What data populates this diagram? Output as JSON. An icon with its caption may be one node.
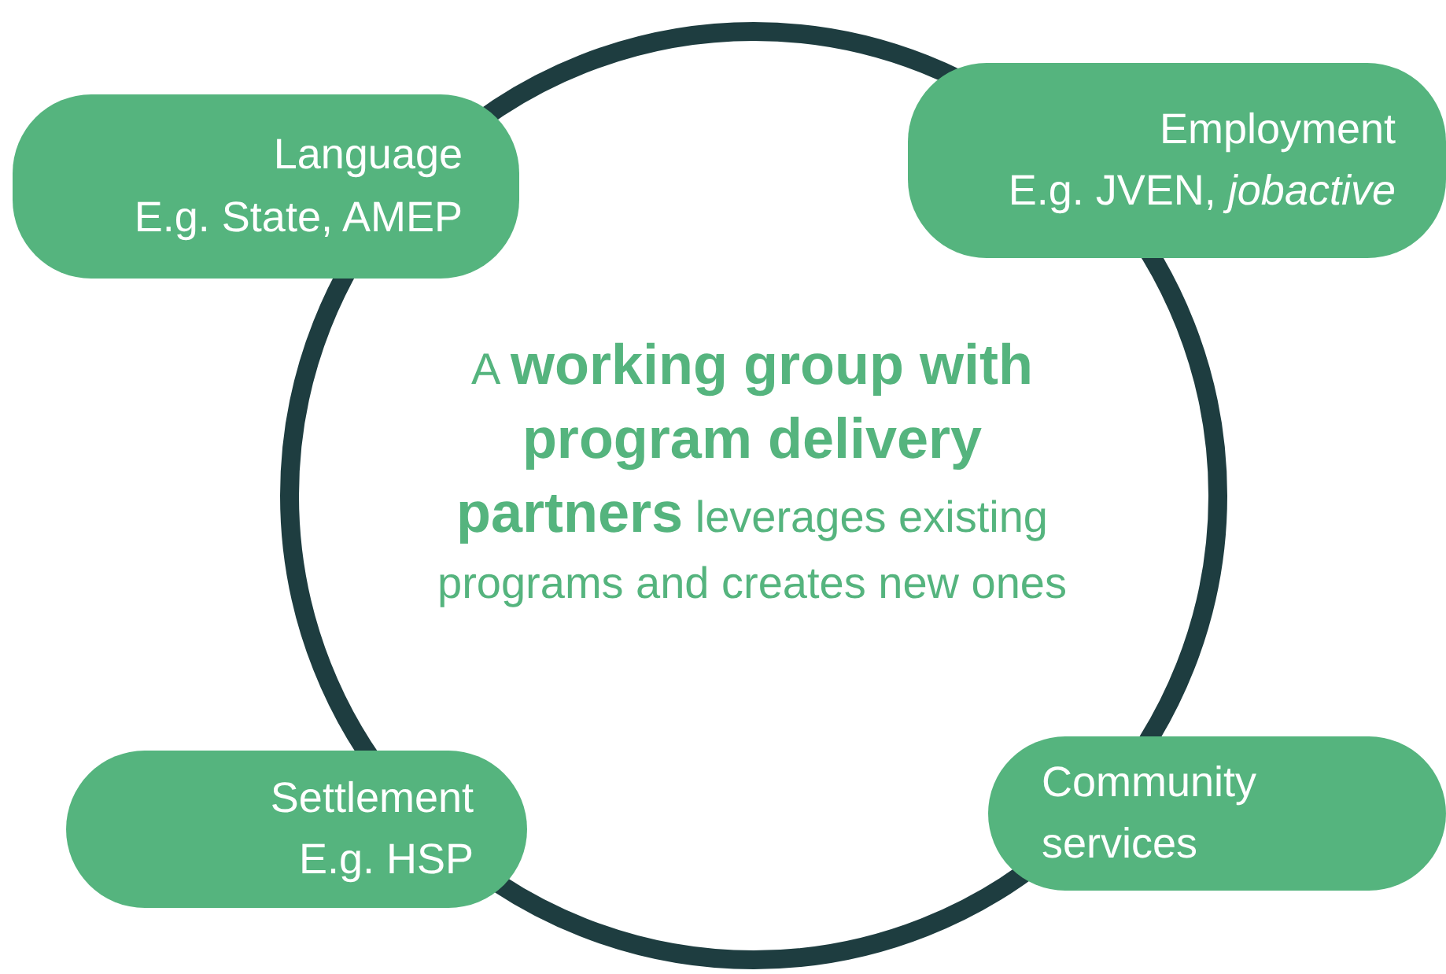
{
  "diagram": {
    "nodes": [
      {
        "text": [
          "A **working group with program delivery partners** leverages existing programs and creates new ones"
        ]
      },
      {
        "text": [
          "Language",
          "E.g. State, AMEP"
        ]
      },
      {
        "text": [
          "Employment",
          "E.g. JVEN, *jobactive*"
        ]
      },
      {
        "text": [
          "Settlement",
          "E.g. HSP"
        ]
      },
      {
        "text": [
          "Community services"
        ]
      }
    ]
  }
}
